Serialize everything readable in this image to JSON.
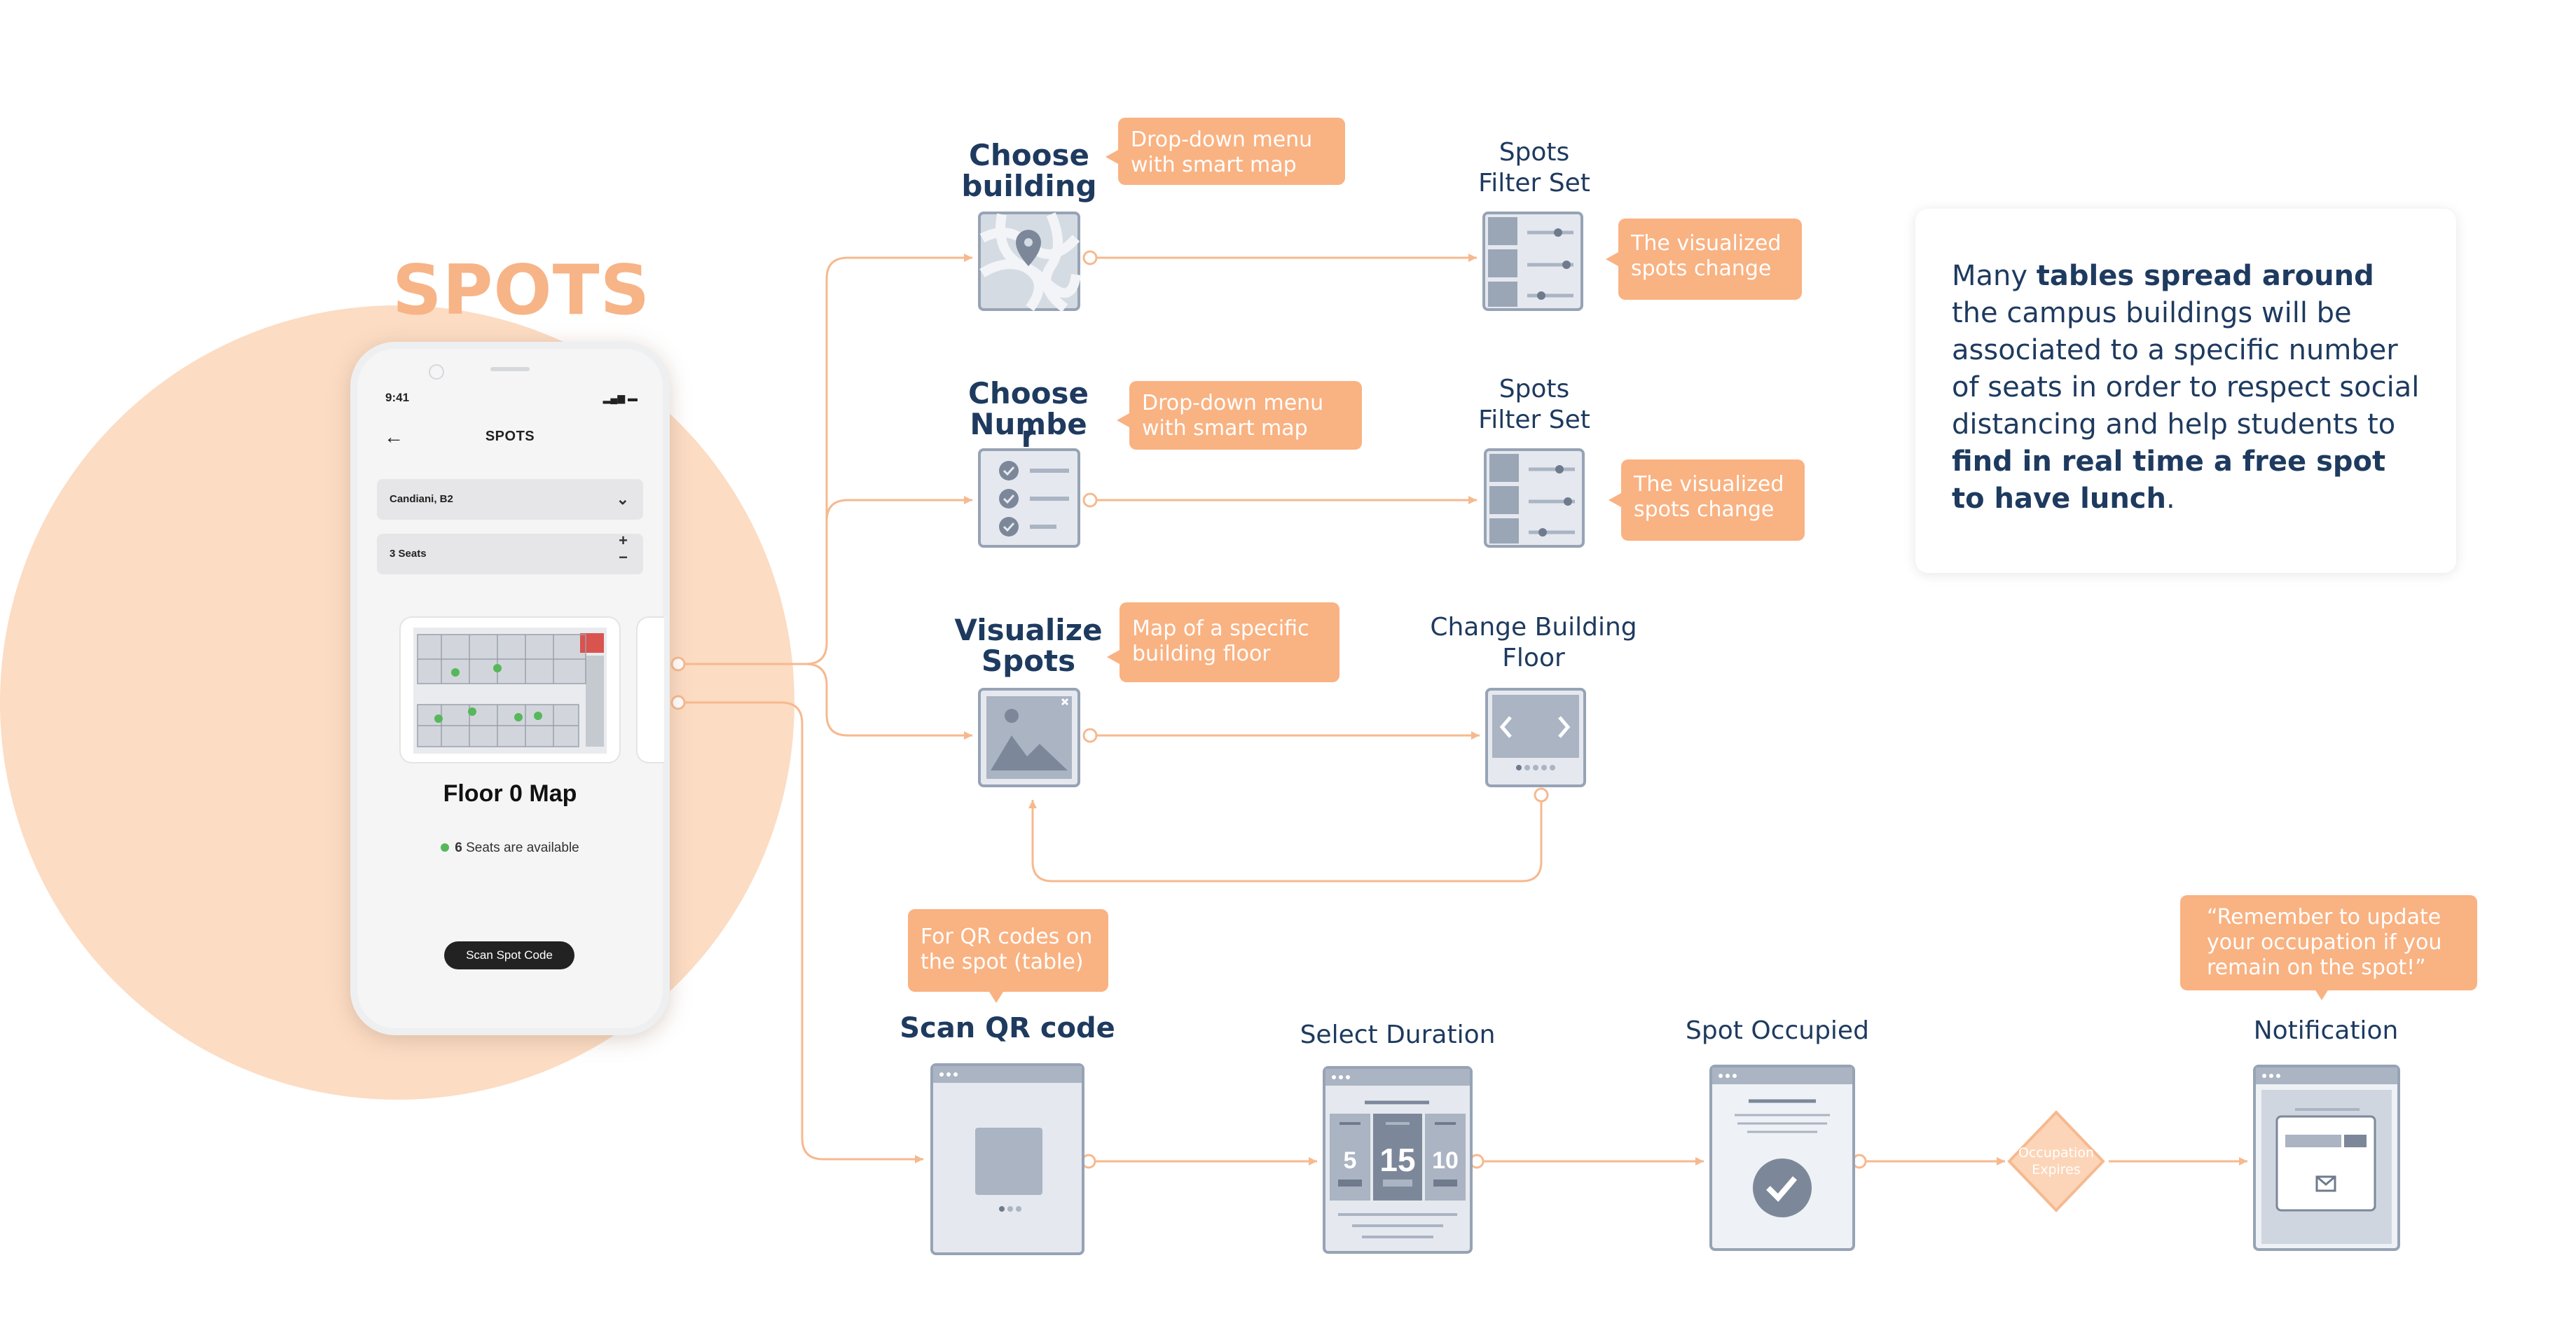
{
  "brand_title": "SPOTS",
  "colors": {
    "accent": "#f7b487",
    "callout": "#f9b282",
    "hero_circle": "#fcdcc3",
    "connector": "#f6b98f",
    "navy": "#1e3a5f",
    "wireframe_gray": "#aab4c3",
    "seat_dot": "#56b85a"
  },
  "phone": {
    "time": "9:41",
    "header_title": "SPOTS",
    "building_field": "Candiani, B2",
    "seats_field": "3 Seats",
    "plus": "+",
    "minus": "−",
    "map_title": "Floor 0 Map",
    "available_count": "6",
    "available_text": "Seats are available",
    "scan_button": "Scan Spot Code"
  },
  "flow": {
    "choose_building": {
      "title_line1": "Choose",
      "title_line2": "building",
      "callout_line1": "Drop-down menu",
      "callout_line2": "with smart map"
    },
    "filter_set_1": {
      "title_line1": "Spots",
      "title_line2": "Filter Set",
      "callout_line1": "The visualized",
      "callout_line2": "spots change"
    },
    "choose_number": {
      "title_line1": "Choose",
      "title_line2": "Numbe",
      "title_line3": "r",
      "callout_line1": "Drop-down menu",
      "callout_line2": "with smart map"
    },
    "filter_set_2": {
      "title_line1": "Spots",
      "title_line2": "Filter Set",
      "callout_line1": "The visualized",
      "callout_line2": "spots change"
    },
    "visualize_spots": {
      "title_line1": "Visualize",
      "title_line2": "Spots",
      "callout_line1": "Map of a specific",
      "callout_line2": "building floor"
    },
    "change_floor": {
      "title_line1": "Change Building",
      "title_line2": "Floor"
    },
    "scan_qr": {
      "title": "Scan QR code",
      "callout_line1": "For QR codes on",
      "callout_line2": "the spot (table)"
    },
    "select_duration": {
      "title": "Select Duration",
      "values": [
        "5",
        "15",
        "10"
      ]
    },
    "spot_occupied": {
      "title": "Spot Occupied"
    },
    "occupation_expires": {
      "line1": "Occupation",
      "line2": "Expires"
    },
    "notification": {
      "title": "Notification",
      "callout_line1": "“Remember to update",
      "callout_line2": "your occupation if you",
      "callout_line3": "remain on the spot!”"
    }
  },
  "info_card": {
    "t1": "Many ",
    "b1": "tables spread around",
    "t2": " the campus buildings will be associated to a specific number of seats in order to respect social distancing and help students to ",
    "b2": "find in real time a free spot to have lunch",
    "t3": "."
  }
}
